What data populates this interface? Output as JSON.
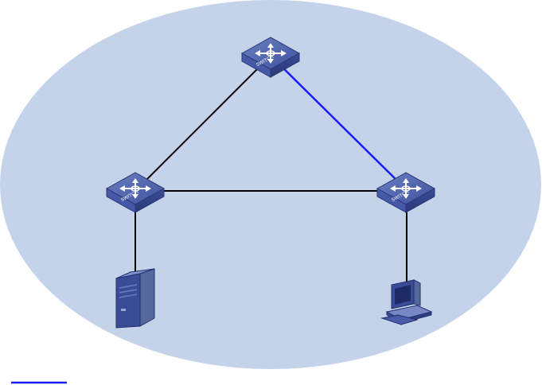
{
  "diagram": {
    "background_fill": "#c5d3ea",
    "link_color": "#000000",
    "highlight_link_color": "#1a1aff",
    "switch_label": "SWITCH",
    "nodes": [
      {
        "id": "switch-top",
        "type": "switch",
        "label": "SWITCH"
      },
      {
        "id": "switch-left",
        "type": "switch",
        "label": "SWITCH"
      },
      {
        "id": "switch-right",
        "type": "switch",
        "label": "SWITCH"
      },
      {
        "id": "server",
        "type": "server-icon"
      },
      {
        "id": "pc",
        "type": "pc-icon"
      }
    ],
    "links": [
      {
        "from": "switch-top",
        "to": "switch-left",
        "style": "normal"
      },
      {
        "from": "switch-top",
        "to": "switch-right",
        "style": "highlight"
      },
      {
        "from": "switch-left",
        "to": "switch-right",
        "style": "normal"
      },
      {
        "from": "switch-left",
        "to": "server",
        "style": "normal"
      },
      {
        "from": "switch-right",
        "to": "pc",
        "style": "normal"
      }
    ],
    "legend": {
      "line_color": "#1a1aff",
      "text": ""
    }
  }
}
